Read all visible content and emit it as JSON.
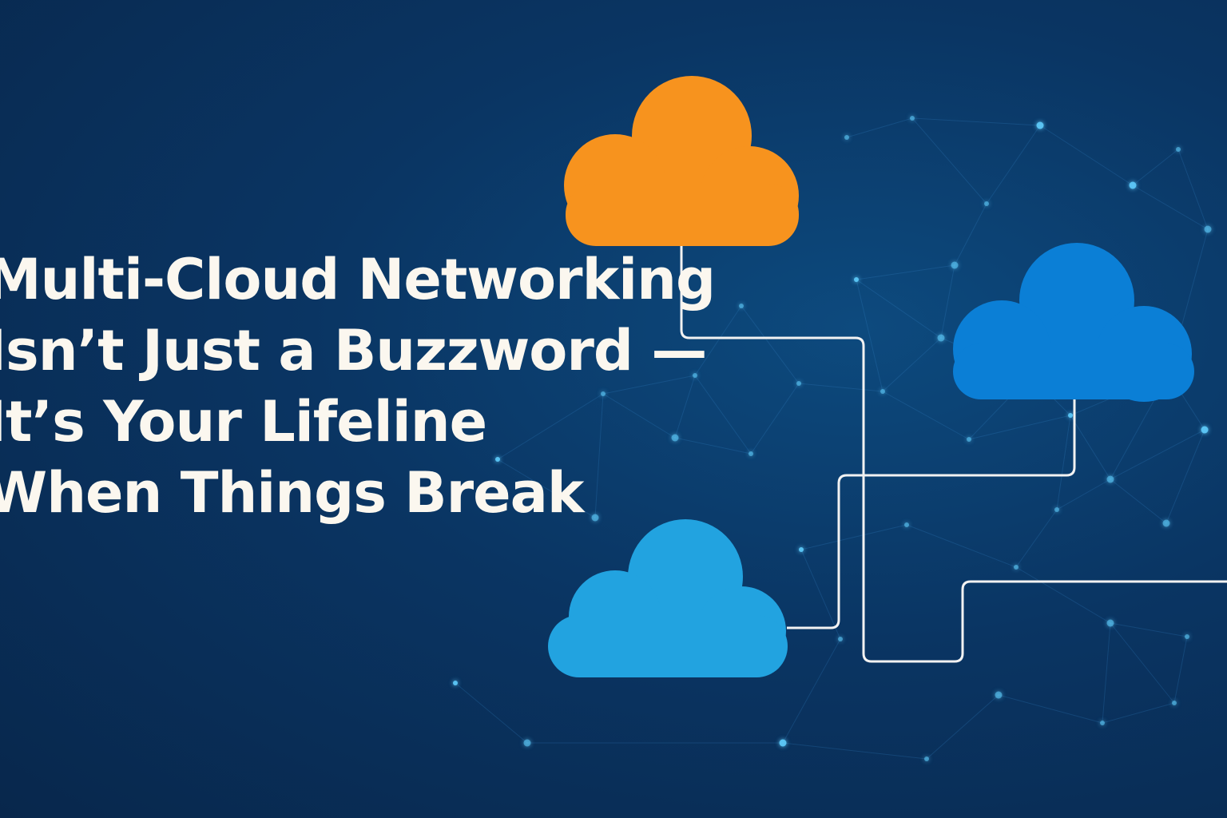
{
  "headline": {
    "lines": [
      "Multi-Cloud Networking",
      "Isn’t Just a Buzzword —",
      "It’s Your Lifeline",
      "When Things Break"
    ]
  },
  "colors": {
    "background": "#0a3563",
    "cloud_orange": "#f7931e",
    "cloud_blue": "#0b7fd6",
    "cloud_light_blue": "#22a3e0",
    "connector": "#f2f2f2",
    "network_node": "#4fc3f7",
    "headline_text": "#fbf7ef"
  },
  "icons": [
    "orange-cloud-icon",
    "blue-cloud-icon",
    "light-blue-cloud-icon"
  ]
}
